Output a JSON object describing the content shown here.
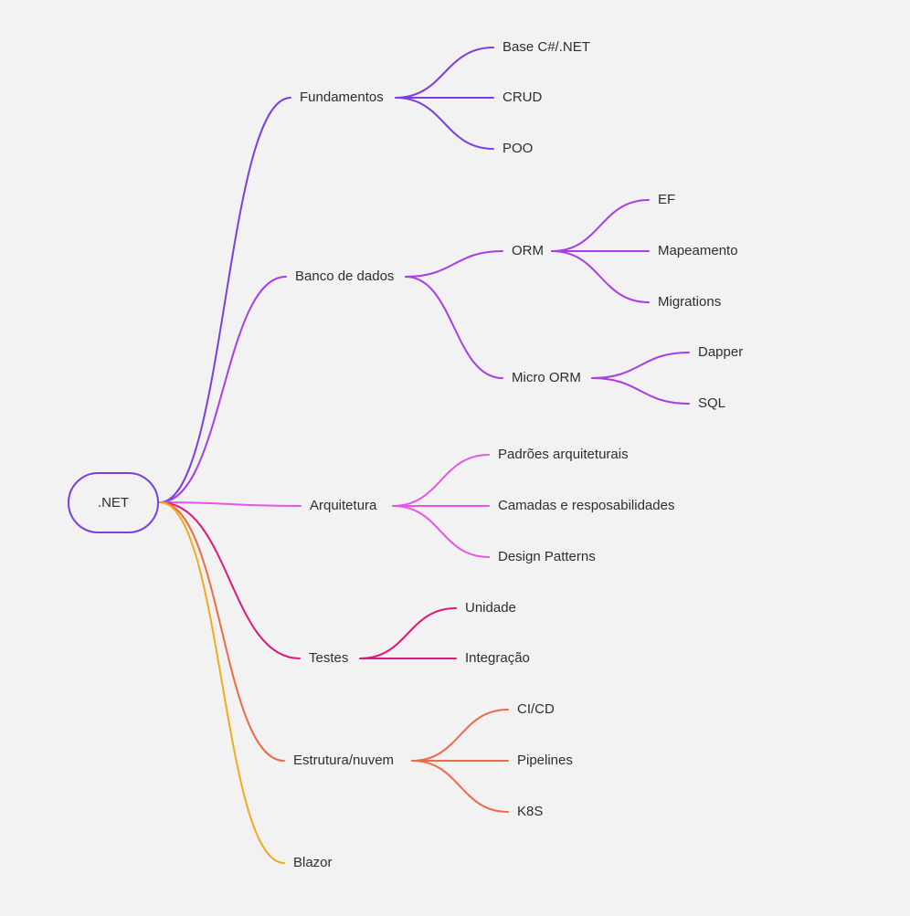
{
  "mindmap": {
    "root": {
      "label": ".NET",
      "color": "#7b3fe0"
    },
    "colors": {
      "fundamentos": "#7b3fe0",
      "banco": "#a93ee6",
      "arquitetura": "#e855e6",
      "testes": "#e0177b",
      "estrutura": "#ee6a4a",
      "blazor": "#f2aa1f"
    },
    "nodes": {
      "fundamentos": "Fundamentos",
      "base_csharp": "Base C#/.NET",
      "crud": "CRUD",
      "poo": "POO",
      "banco": "Banco de dados",
      "orm": "ORM",
      "ef": "EF",
      "mapeamento": "Mapeamento",
      "migrations": "Migrations",
      "micro_orm": "Micro ORM",
      "dapper": "Dapper",
      "sql": "SQL",
      "arquitetura": "Arquitetura",
      "padroes": "Padrões arquiteturais",
      "camadas": "Camadas e resposabilidades",
      "design_patterns": "Design Patterns",
      "testes": "Testes",
      "unidade": "Unidade",
      "integracao": "Integração",
      "estrutura": "Estrutura/nuvem",
      "cicd": "CI/CD",
      "pipelines": "Pipelines",
      "k8s": "K8S",
      "blazor": "Blazor"
    }
  }
}
